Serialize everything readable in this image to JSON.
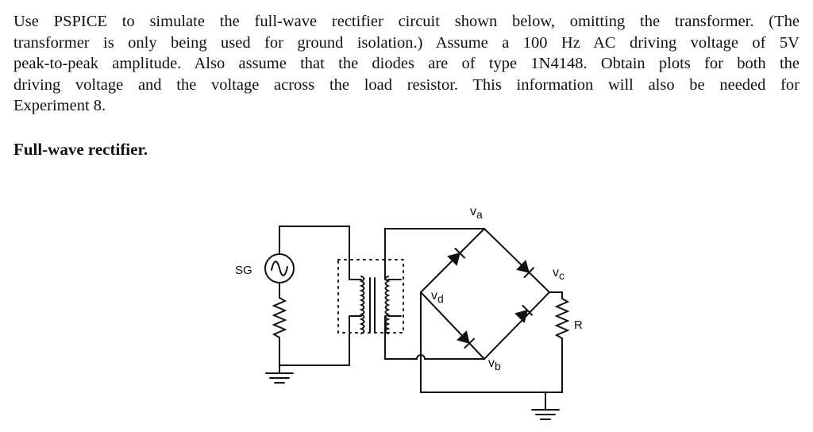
{
  "problem": {
    "lines": [
      "Use PSPICE to simulate the full-wave rectifier circuit shown below, omitting the transformer. (The",
      "transformer is only being used for ground isolation.)  Assume a 100 Hz AC driving voltage of 5V",
      "peak-to-peak amplitude. Also assume that the diodes are of type 1N4148.  Obtain plots for both the",
      "driving voltage and the voltage across the load resistor.  This information will also be needed for",
      "Experiment 8."
    ]
  },
  "heading": "Full-wave rectifier.",
  "circuit": {
    "labels": {
      "sg": "SG",
      "va": "v",
      "va_sub": "a",
      "vb": "v",
      "vb_sub": "b",
      "vc": "v",
      "vc_sub": "c",
      "vd": "v",
      "vd_sub": "d",
      "r": "R"
    }
  }
}
